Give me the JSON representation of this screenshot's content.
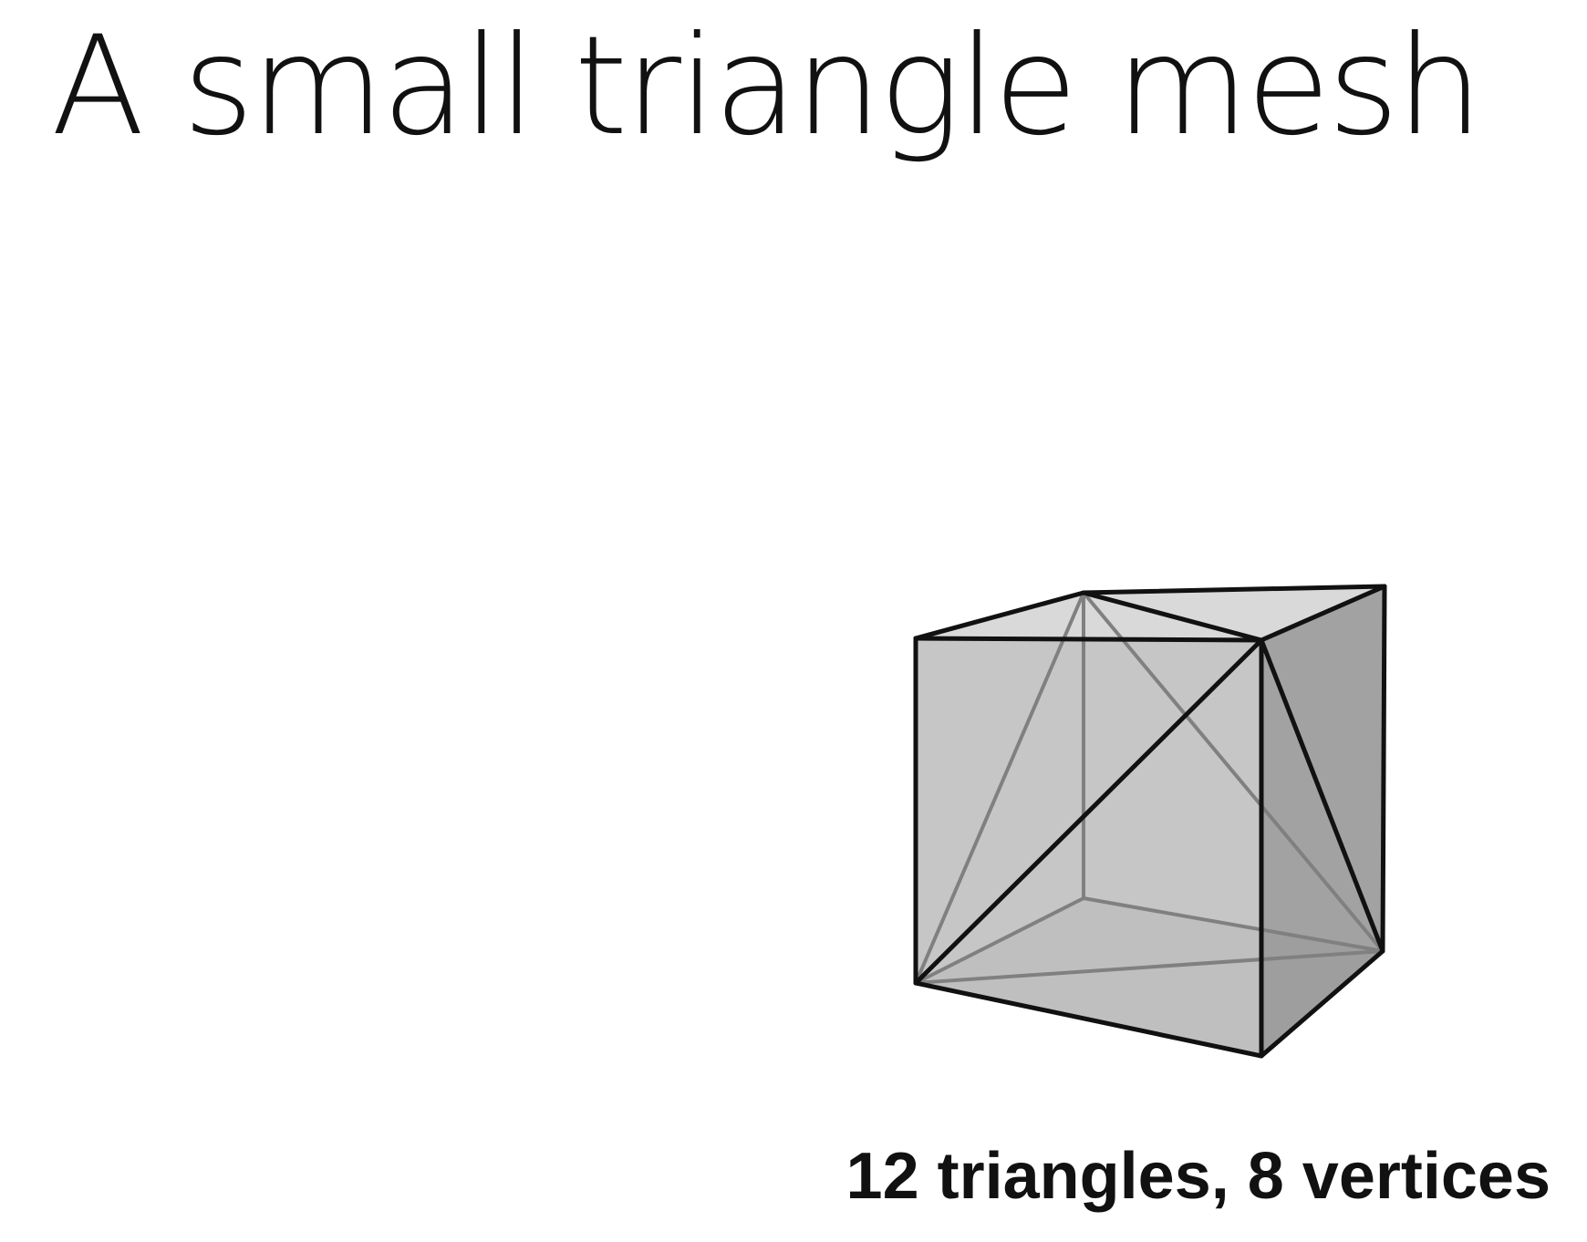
{
  "slide": {
    "title": "A small triangle mesh",
    "caption": "12 triangles, 8 vertices"
  },
  "mesh": {
    "triangle_count": 12,
    "vertex_count": 8,
    "colors": {
      "front_face": "#c0c0c0",
      "right_face": "#9d9d9d",
      "top_face": "#d9d9d9",
      "bottom_face": "#b2b2b2",
      "visible_edge": "#111111",
      "hidden_edge": "#808080"
    }
  }
}
